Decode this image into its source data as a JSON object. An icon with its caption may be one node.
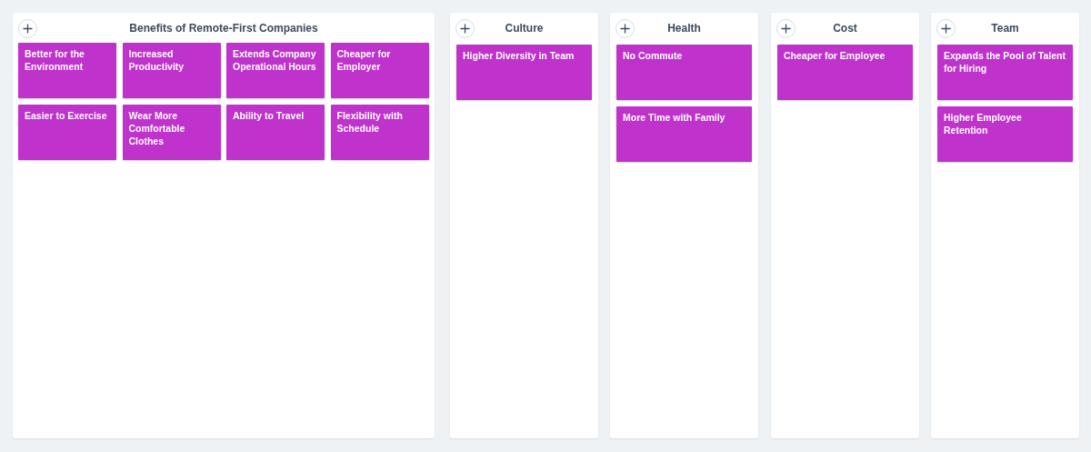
{
  "diagram": {
    "nodes": [
      {
        "text": [
          "Benefits of Remote-First Companies"
        ]
      },
      {
        "text": [
          "Better for the Environment"
        ],
        "in": 0
      },
      {
        "text": [
          "Increased Productivity"
        ],
        "in": 0
      },
      {
        "text": [
          "Extends Company Operational Hours"
        ],
        "in": 0
      },
      {
        "text": [
          "Cheaper for Employer"
        ],
        "in": 0
      },
      {
        "text": [
          "Easier to Exercise"
        ],
        "in": 0
      },
      {
        "text": [
          "Wear More Comfortable Clothes"
        ],
        "in": 0
      },
      {
        "text": [
          "Ability to Travel"
        ],
        "in": 0
      },
      {
        "text": [
          "Flexibility with Schedule"
        ],
        "in": 0
      },
      {
        "text": [
          "Culture"
        ]
      },
      {
        "text": [
          "Higher Diversity in Team"
        ],
        "in": 9
      },
      {
        "text": [
          "Health"
        ]
      },
      {
        "text": [
          "No Commute"
        ],
        "in": 11
      },
      {
        "text": [
          "More Time with Family"
        ],
        "in": 11
      },
      {
        "text": [
          "Cost"
        ]
      },
      {
        "text": [
          "Cheaper for Employee"
        ],
        "in": 14
      },
      {
        "text": [
          "Team"
        ]
      },
      {
        "text": [
          "Expands the Pool of Talent for Hiring"
        ],
        "in": 16
      },
      {
        "text": [
          "Higher Employee Retention"
        ],
        "in": 16
      }
    ]
  }
}
